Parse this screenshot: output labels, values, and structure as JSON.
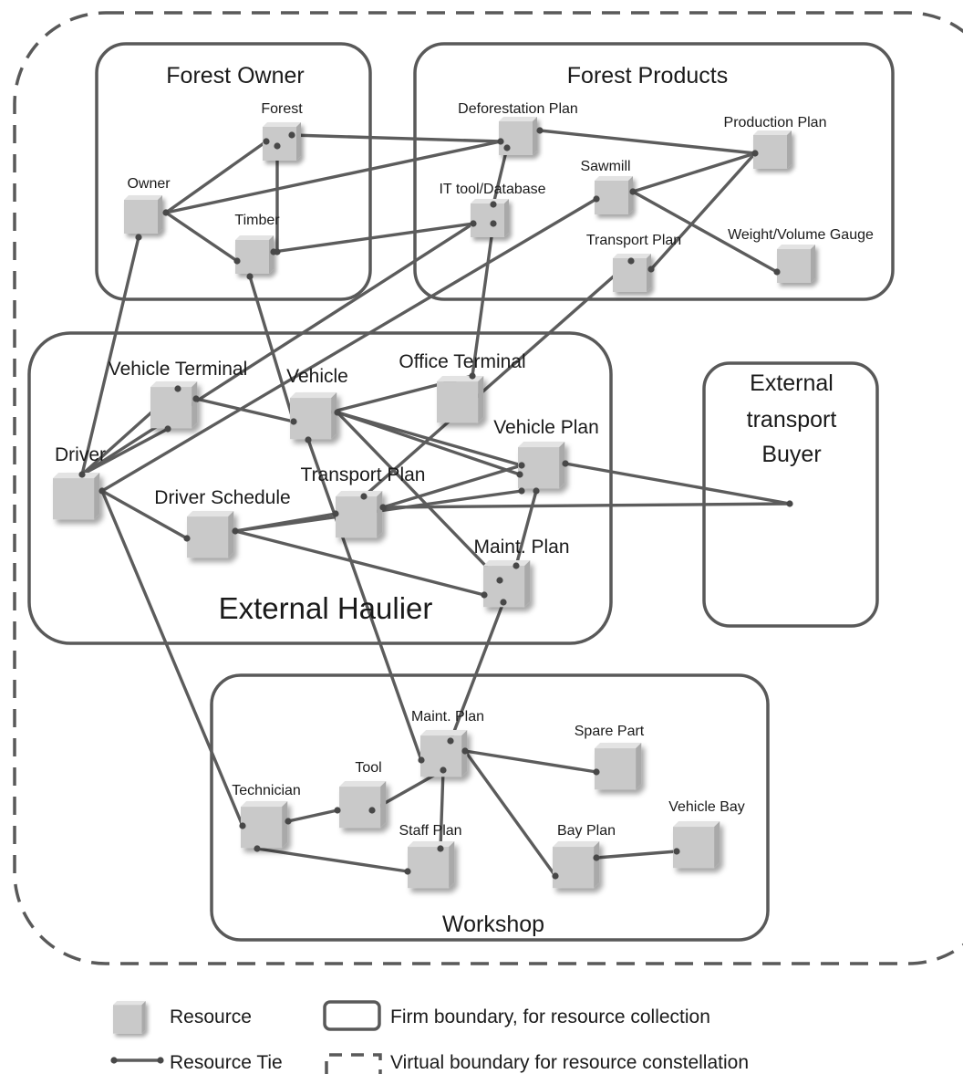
{
  "firms": {
    "forest_owner": "Forest Owner",
    "forest_products": "Forest Products",
    "external_haulier": "External Haulier",
    "external_transport_buyer": [
      "External",
      "transport",
      "Buyer"
    ],
    "workshop": "Workshop"
  },
  "resources": {
    "forest": "Forest",
    "owner": "Owner",
    "timber": "Timber",
    "deforestation_plan": "Deforestation Plan",
    "production_plan": "Production Plan",
    "sawmill": "Sawmill",
    "it_tool_database": "IT tool/Database",
    "transport_plan_fp": "Transport Plan",
    "weight_volume_gauge": "Weight/Volume Gauge",
    "vehicle_terminal": "Vehicle Terminal",
    "vehicle": "Vehicle",
    "office_terminal": "Office Terminal",
    "vehicle_plan": "Vehicle Plan",
    "driver": "Driver",
    "driver_schedule": "Driver Schedule",
    "transport_plan_eh": "Transport Plan",
    "maint_plan_eh": "Maint. Plan",
    "maint_plan_ws": "Maint. Plan",
    "spare_part": "Spare Part",
    "tool": "Tool",
    "technician": "Technician",
    "staff_plan": "Staff Plan",
    "bay_plan": "Bay Plan",
    "vehicle_bay": "Vehicle  Bay"
  },
  "legend": {
    "resource": "Resource",
    "resource_tie": "Resource Tie",
    "firm_boundary": "Firm boundary, for resource collection",
    "virtual_boundary": "Virtual boundary for resource constellation"
  },
  "colors": {
    "cube_front": "#c9c9c9",
    "cube_top": "#e2e2e2",
    "cube_side": "#a8a8a8",
    "tie": "#5c5c5c",
    "boundary": "#595959"
  }
}
